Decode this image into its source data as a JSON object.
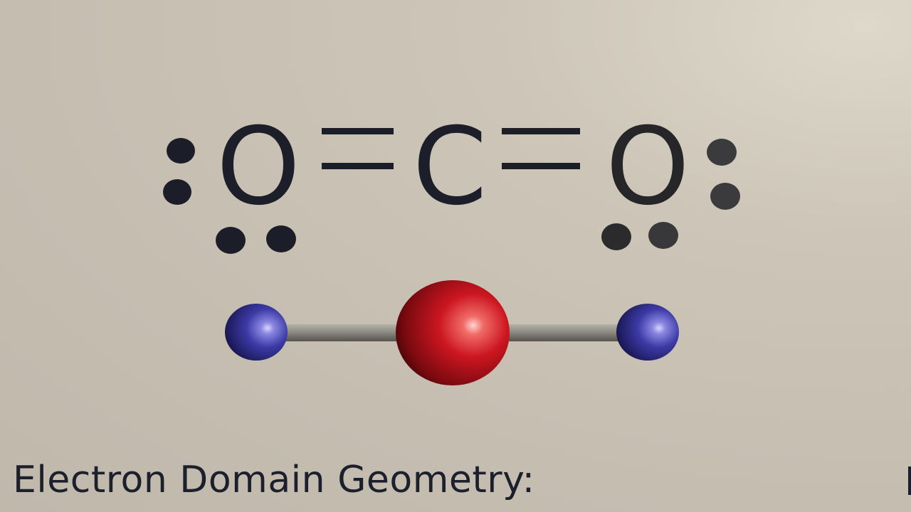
{
  "lewis_structure": {
    "left_atom": "O",
    "center_atom": "C",
    "right_atom": "O"
  },
  "ball_and_stick_colors": {
    "central_sphere": "#c8141e",
    "outer_spheres": "#3a3aa0",
    "bonds": "#8a877e"
  },
  "caption": "Electron Domain Geometry:"
}
